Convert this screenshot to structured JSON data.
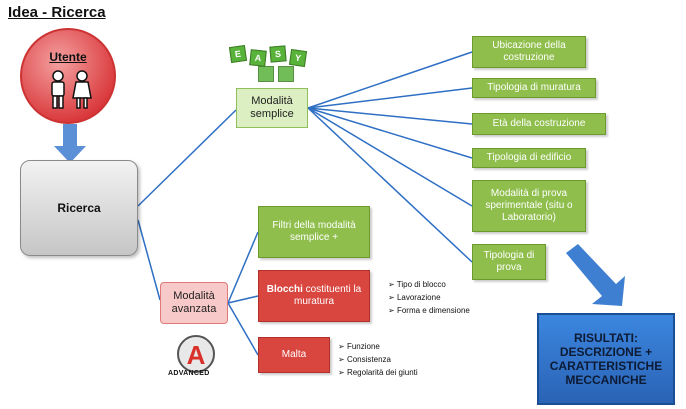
{
  "title": "Idea - Ricerca",
  "user": {
    "label": "Utente"
  },
  "ricerca": "Ricerca",
  "modes": {
    "semplice": {
      "label": "Modalità semplice"
    },
    "avanzata": {
      "label": "Modalità avanzata"
    }
  },
  "easy_logo": {
    "letters": [
      "E",
      "A",
      "S",
      "Y"
    ]
  },
  "advanced_logo": {
    "letter": "A",
    "text": "ADVANCED"
  },
  "semplice_items": [
    "Ubicazione della costruzione",
    "Tipologia di muratura",
    "Età della costruzione",
    "Tipologia di edificio",
    "Modalità di prova sperimentale (situ o Laboratorio)",
    "Tipologia di prova"
  ],
  "avanzata_items": {
    "filtri": "Filtri della modalità semplice +",
    "blocchi": {
      "bold": "Blocchi",
      "rest": " costituenti la muratura"
    },
    "malta": "Malta"
  },
  "blocchi_bullets": [
    "Tipo di blocco",
    "Lavorazione",
    "Forma e dimensione"
  ],
  "malta_bullets": [
    "Funzione",
    "Consistenza",
    "Regolarità dei giunti"
  ],
  "risultati": "RISULTATI: DESCRIZIONE + CARATTERISTICHE MECCANICHE",
  "colors": {
    "green": "#8fbe4c",
    "red": "#d9463f",
    "blue": "#2e6fc4",
    "connector": "#2e6fc4"
  }
}
